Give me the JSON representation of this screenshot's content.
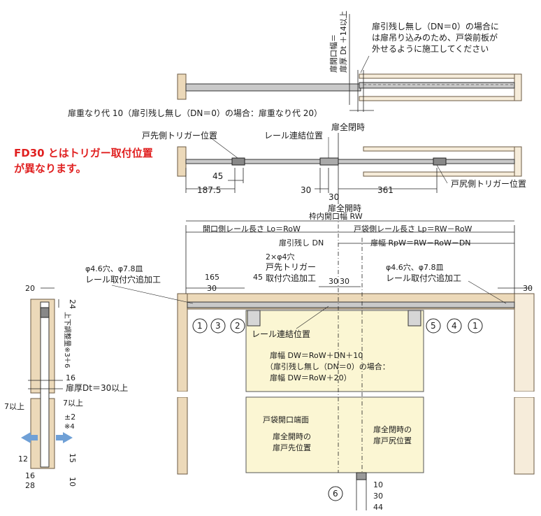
{
  "top_view": {
    "vertical_label_a": "扉開口幅＝",
    "vertical_label_b": "扉厚 Dt ＋14以上",
    "note_lines": [
      "扉引残し無し（DN＝0）の場合に",
      "は扉吊り込みのため、戸袋前板が",
      "外せるように施工してください"
    ],
    "overlap_label": "扉重なり代 10（扉引残し無し（DN＝0）の場合：扉重なり代 20）"
  },
  "mid_view": {
    "trigger_front": "戸先側トリガー位置",
    "rail_joint": "レール連結位置",
    "fully_closed": "扉全閉時",
    "trigger_rear": "戸尻側トリガー位置",
    "dims": [
      "45",
      "187.5",
      "30",
      "30",
      "361"
    ],
    "fully_open": "扉全開時"
  },
  "warning": [
    "FD30 とはトリガー取付位置",
    "が異なります。"
  ],
  "front_view": {
    "frame_width": "枠内開口幅 RW",
    "open_rail": "開口側レール長さ Lo＝RoW",
    "pocket_rail": "戸袋側レール長さ Lp＝RW－RoW",
    "dn_label": "扉引残し DN",
    "door_width_label": "扉幅 RpW＝RW－RoW－DN",
    "hole_left": [
      "φ4.6穴、φ7.8皿",
      "レール取付穴追加工"
    ],
    "hole_right": [
      "φ4.6穴、φ7.8皿",
      "レール取付穴追加工"
    ],
    "trigger_note": [
      "2×φ4穴",
      "戸先トリガー",
      "取付穴追加工"
    ],
    "dims": [
      "165",
      "30",
      "45",
      "30",
      "30",
      "30"
    ],
    "callouts": [
      "1",
      "3",
      "2",
      "5",
      "4",
      "1",
      "6"
    ],
    "rail_joint": "レール連結位置",
    "door_formula": [
      "扉幅 DW＝RoW＋DN＋10",
      "（扉引残し無し（DN＝0）の場合：",
      "扉幅 DW＝RoW＋20）"
    ],
    "pocket_end": "戸袋開口端面",
    "door_front_open": [
      "扉全開時の",
      "扉戸先位置"
    ],
    "door_rear_closed": [
      "扉全閉時の",
      "扉戸尻位置"
    ],
    "bottom_dims": [
      "10",
      "30",
      "44"
    ]
  },
  "side_view": {
    "top_dims": [
      "20",
      "24"
    ],
    "adjust_note": "上下調整量※3",
    "adjust_note_b": "＋6",
    "dims": [
      "16",
      "7以上",
      "7以上",
      "±2",
      "※4",
      "12",
      "15",
      "16",
      "28",
      "10"
    ],
    "thickness": "扉厚Dt＝30以上"
  }
}
